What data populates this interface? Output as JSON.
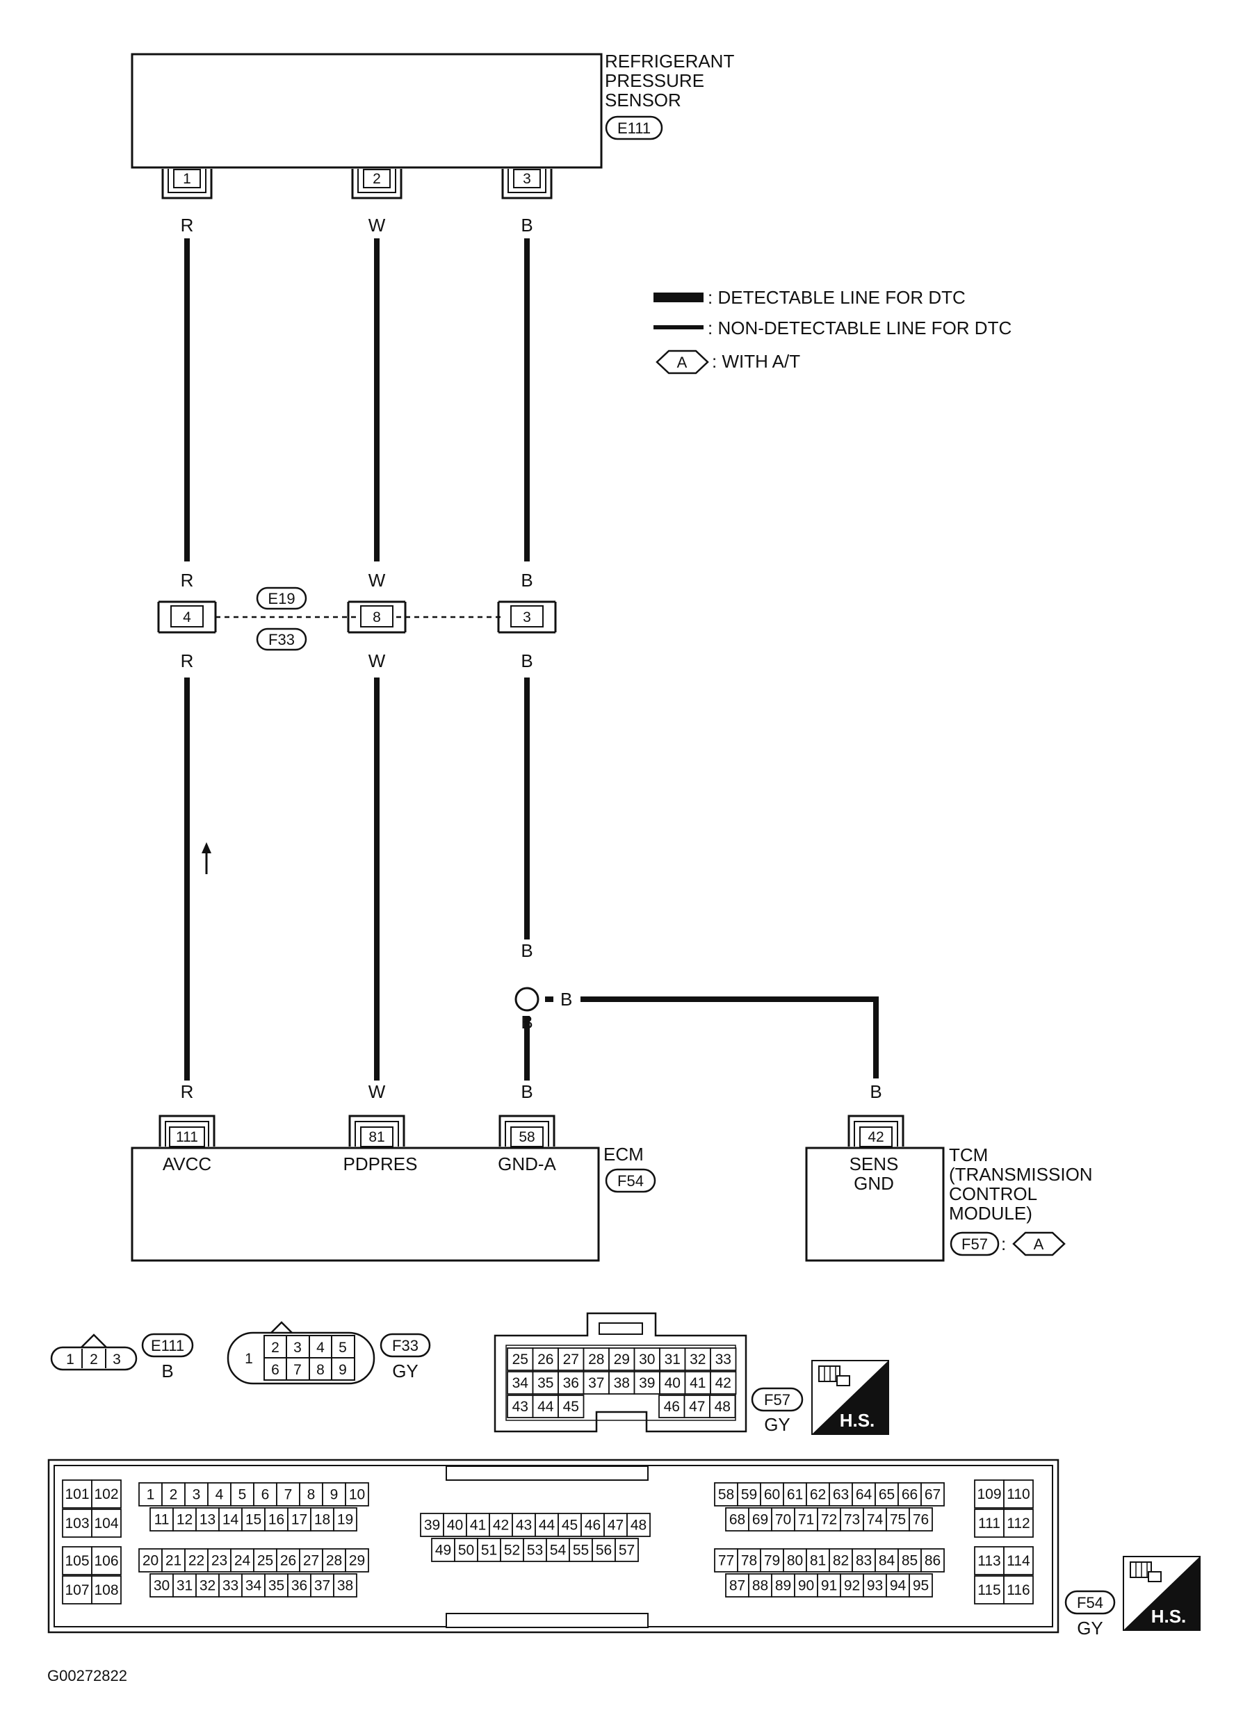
{
  "sensor": {
    "name_lines": [
      "REFRIGERANT",
      "PRESSURE",
      "SENSOR"
    ],
    "connector_id": "E111",
    "pins": [
      "1",
      "2",
      "3"
    ]
  },
  "wires": {
    "col1_color": "R",
    "col2_color": "W",
    "col3_color": "B",
    "branch_color": "B"
  },
  "legend": {
    "detectable": ": DETECTABLE LINE FOR DTC",
    "non_detectable": ": NON-DETECTABLE LINE FOR DTC",
    "with_at_symbol": "A",
    "with_at": ": WITH A/T"
  },
  "junction": {
    "connector_top": "E19",
    "connector_bottom": "F33",
    "pins": [
      "4",
      "8",
      "3"
    ]
  },
  "ecm": {
    "name": "ECM",
    "connector_id": "F54",
    "pins": [
      "111",
      "81",
      "58"
    ],
    "terminals": [
      "AVCC",
      "PDPRES",
      "GND-A"
    ]
  },
  "tcm": {
    "name_lines": [
      "TCM",
      "(TRANSMISSION",
      "CONTROL",
      "MODULE)"
    ],
    "connector_id": "F57",
    "connector_note": ":",
    "at_symbol": "A",
    "pin": "42",
    "terminal_lines": [
      "SENS",
      "GND"
    ]
  },
  "connector_views": {
    "e111": {
      "id": "E111",
      "color": "B",
      "pins": [
        "1",
        "2",
        "3"
      ]
    },
    "f33": {
      "id": "F33",
      "color": "GY",
      "pins_left": "1",
      "pins_top": [
        "2",
        "3",
        "4",
        "5"
      ],
      "pins_bottom": [
        "6",
        "7",
        "8",
        "9"
      ]
    },
    "f57": {
      "id": "F57",
      "color": "GY",
      "row1": [
        "25",
        "26",
        "27",
        "28",
        "29",
        "30",
        "31",
        "32",
        "33"
      ],
      "row2": [
        "34",
        "35",
        "36",
        "37",
        "38",
        "39",
        "40",
        "41",
        "42"
      ],
      "row3_left": [
        "43",
        "44",
        "45"
      ],
      "row3_right": [
        "46",
        "47",
        "48"
      ]
    },
    "f54": {
      "id": "F54",
      "color": "GY",
      "block_a_top": [
        "101",
        "102"
      ],
      "block_a_r2": [
        "103",
        "104"
      ],
      "block_a_r3": [
        "105",
        "106"
      ],
      "block_a_r4": [
        "107",
        "108"
      ],
      "b1_r1": [
        "1",
        "2",
        "3",
        "4",
        "5",
        "6",
        "7",
        "8",
        "9",
        "10"
      ],
      "b1_r2": [
        "11",
        "12",
        "13",
        "14",
        "15",
        "16",
        "17",
        "18",
        "19"
      ],
      "b1_r3": [
        "20",
        "21",
        "22",
        "23",
        "24",
        "25",
        "26",
        "27",
        "28",
        "29"
      ],
      "b1_r4": [
        "30",
        "31",
        "32",
        "33",
        "34",
        "35",
        "36",
        "37",
        "38"
      ],
      "mid_r1": [
        "39",
        "40",
        "41",
        "42",
        "43",
        "44",
        "45",
        "46",
        "47",
        "48"
      ],
      "mid_r2": [
        "49",
        "50",
        "51",
        "52",
        "53",
        "54",
        "55",
        "56",
        "57"
      ],
      "b2_r1": [
        "58",
        "59",
        "60",
        "61",
        "62",
        "63",
        "64",
        "65",
        "66",
        "67"
      ],
      "b2_r2": [
        "68",
        "69",
        "70",
        "71",
        "72",
        "73",
        "74",
        "75",
        "76"
      ],
      "b2_r3": [
        "77",
        "78",
        "79",
        "80",
        "81",
        "82",
        "83",
        "84",
        "85",
        "86"
      ],
      "b2_r4": [
        "87",
        "88",
        "89",
        "90",
        "91",
        "92",
        "93",
        "94",
        "95"
      ],
      "block_b_r1": [
        "109",
        "110"
      ],
      "block_b_r2": [
        "111",
        "112"
      ],
      "block_b_r3": [
        "113",
        "114"
      ],
      "block_b_r4": [
        "115",
        "116"
      ]
    },
    "hs_label": "H.S."
  },
  "figure_id": "G00272822"
}
